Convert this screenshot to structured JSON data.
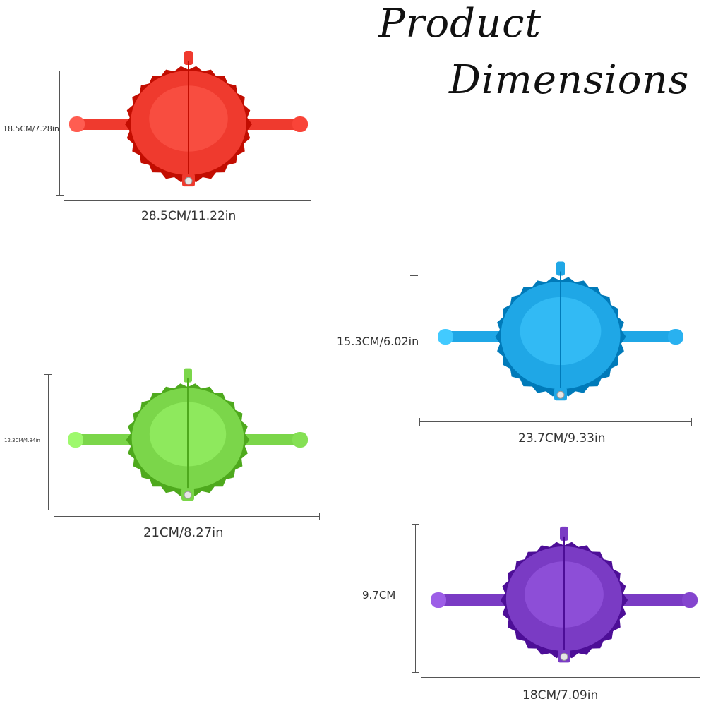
{
  "title": {
    "line1": "Product",
    "line2": "Dimensions"
  },
  "colors": {
    "red": "#ef3a2e",
    "blue": "#1fa7e6",
    "green": "#7bd64a",
    "purple": "#7a3bc4"
  },
  "products": [
    {
      "color_name": "red",
      "height_label": "18.5CM/7.28in",
      "width_label": "28.5CM/11.22in"
    },
    {
      "color_name": "blue",
      "height_label": "15.3CM/6.02in",
      "width_label": "23.7CM/9.33in"
    },
    {
      "color_name": "green",
      "height_label": "12.3CM/4.84in",
      "width_label": "21CM/8.27in"
    },
    {
      "color_name": "purple",
      "height_label": "9.7CM",
      "width_label": "18CM/7.09in"
    }
  ]
}
